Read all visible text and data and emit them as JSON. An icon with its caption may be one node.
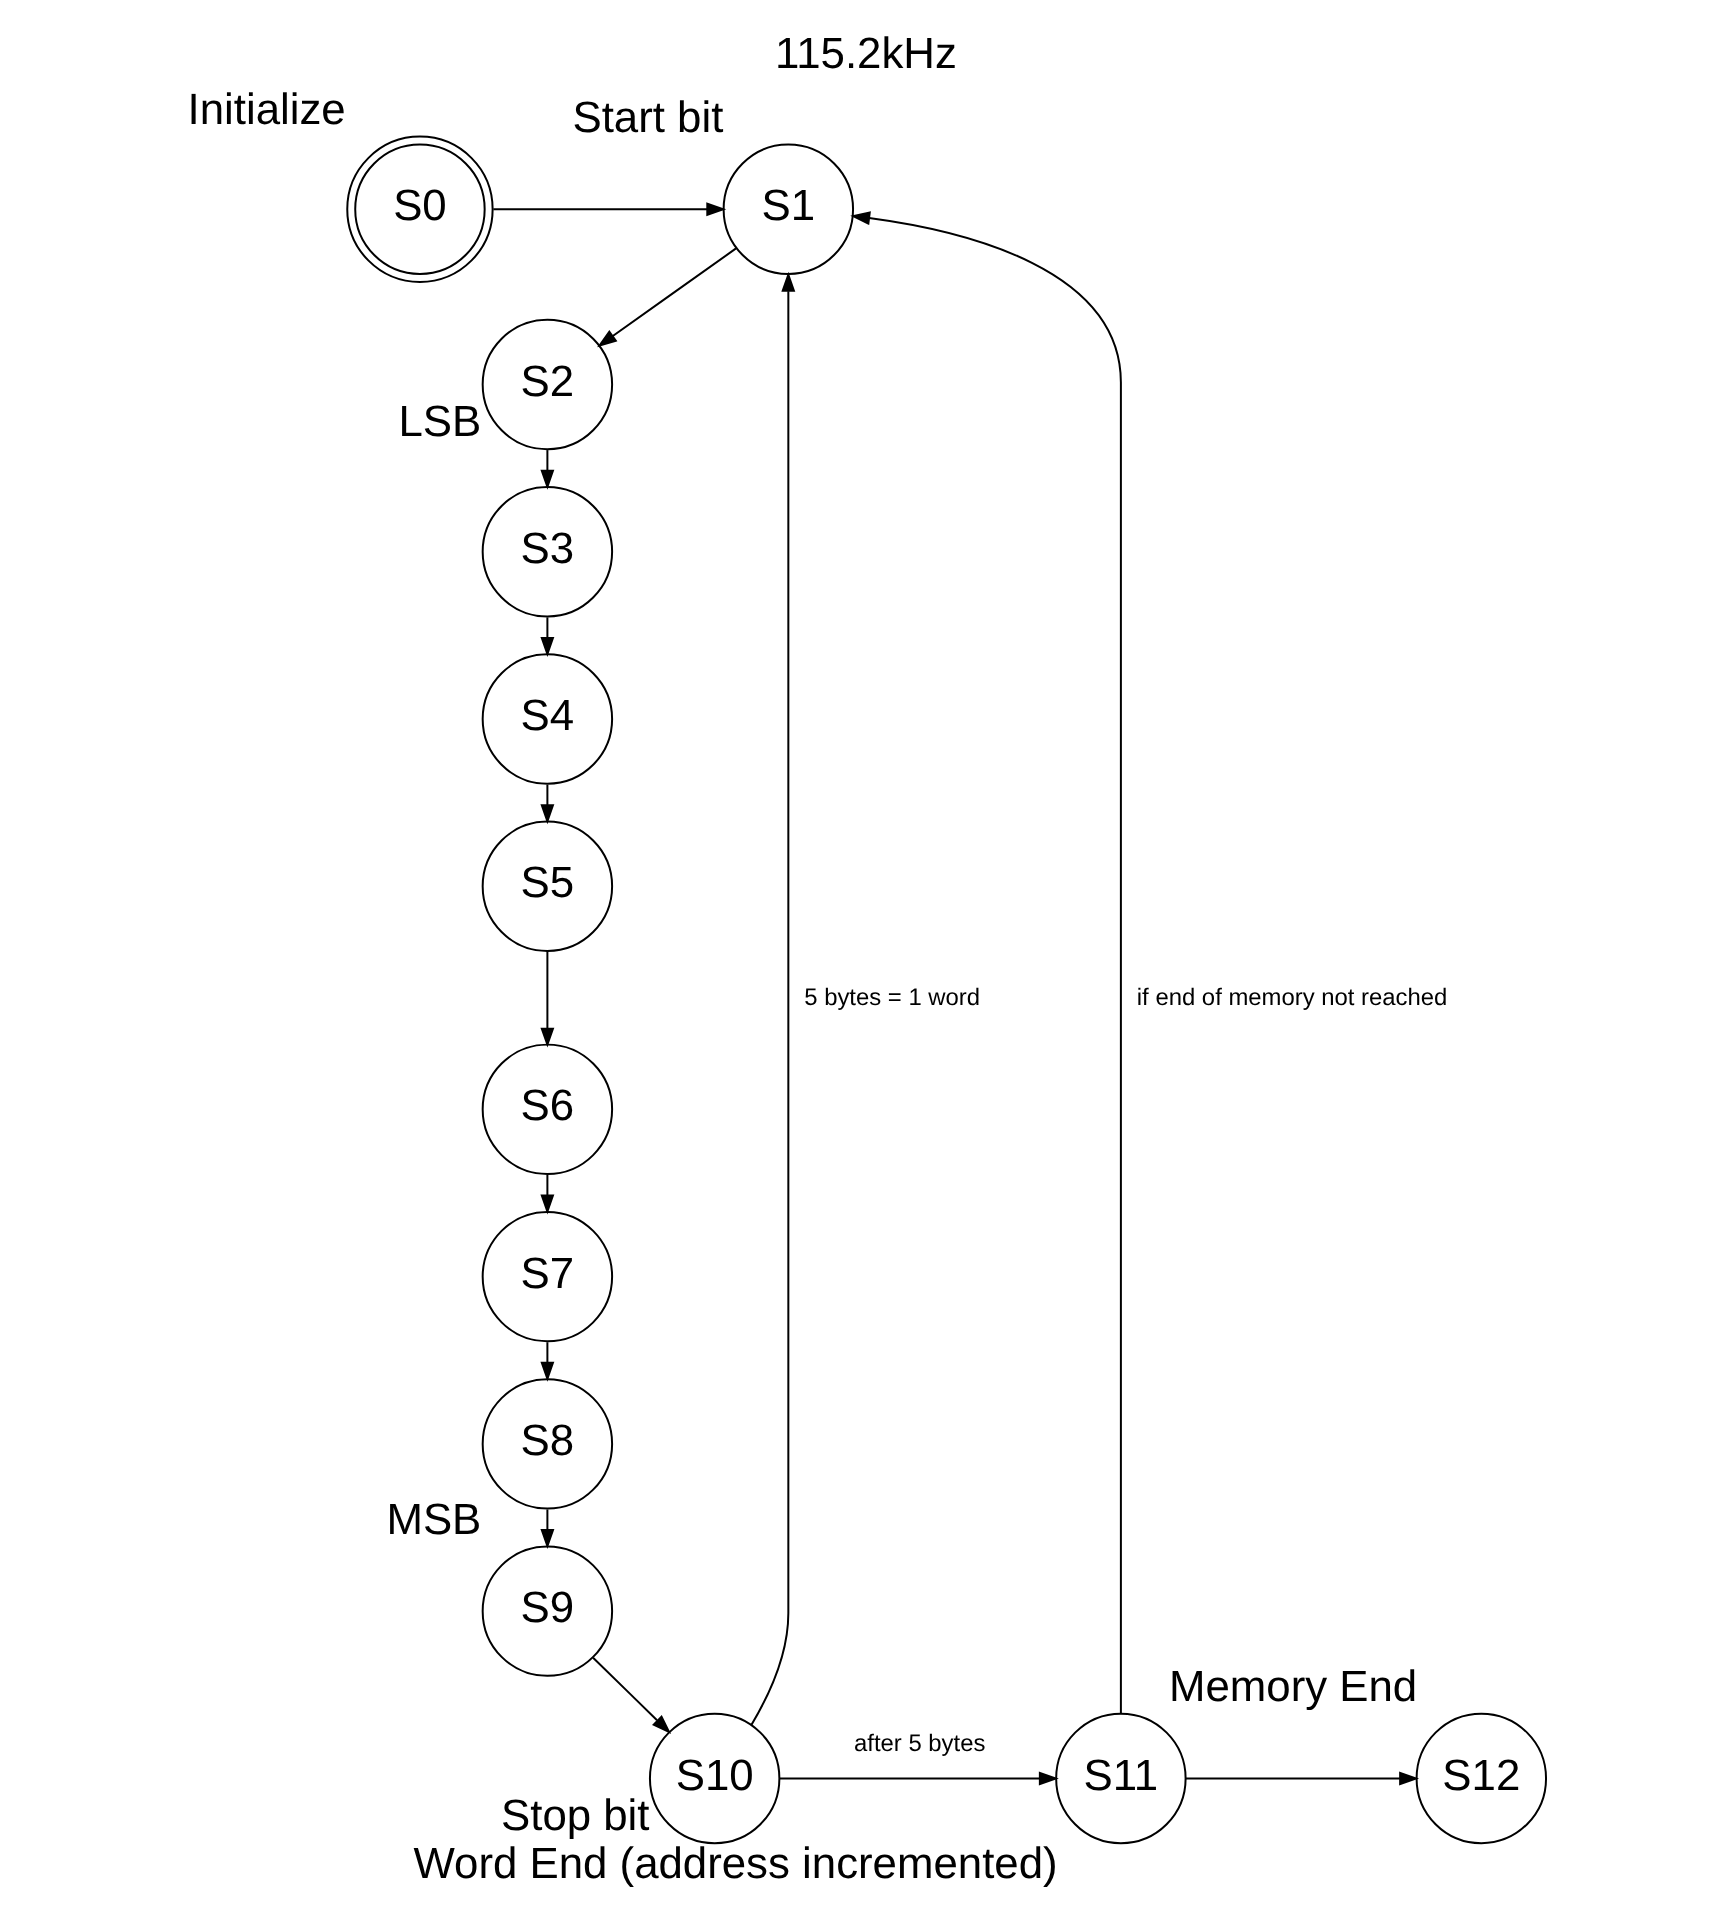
{
  "diagram": {
    "title": "115.2kHz",
    "nodes": [
      {
        "text": [
          "S0"
        ],
        "beside": [
          "Initialize"
        ]
      },
      {
        "text": [
          "S1"
        ],
        "beside": [
          "Start bit"
        ]
      },
      {
        "text": [
          "S2"
        ],
        "beside": [
          "LSB"
        ]
      },
      {
        "text": [
          "S3"
        ]
      },
      {
        "text": [
          "S4"
        ]
      },
      {
        "text": [
          "S5"
        ]
      },
      {
        "text": [
          "S6"
        ]
      },
      {
        "text": [
          "S7"
        ]
      },
      {
        "text": [
          "S8"
        ]
      },
      {
        "text": [
          "S9"
        ],
        "beside": [
          "MSB"
        ]
      },
      {
        "text": [
          "S10"
        ],
        "beside": [
          "Stop bit"
        ]
      },
      {
        "text": [
          "S11"
        ],
        "beside": [
          "Word End (address incremented)"
        ]
      },
      {
        "text": [
          "S12"
        ],
        "beside": [
          "Memory End"
        ]
      }
    ],
    "edges": [
      {
        "from": 0,
        "to": 1,
        "arrow": "to"
      },
      {
        "from": 1,
        "to": 2,
        "arrow": "to"
      },
      {
        "from": 10,
        "to": 1,
        "arrow": "to",
        "label": "5 bytes = 1 word"
      },
      {
        "from": 2,
        "to": 3,
        "arrow": "to"
      },
      {
        "from": 3,
        "to": 4,
        "arrow": "to"
      },
      {
        "from": 4,
        "to": 5,
        "arrow": "to"
      },
      {
        "from": 5,
        "to": 6,
        "arrow": "to"
      },
      {
        "from": 6,
        "to": 7,
        "arrow": "to"
      },
      {
        "from": 7,
        "to": 8,
        "arrow": "to"
      },
      {
        "from": 8,
        "to": 9,
        "arrow": "to"
      },
      {
        "from": 9,
        "to": 10,
        "arrow": "to"
      },
      {
        "from": 10,
        "to": 11,
        "arrow": "to",
        "label": "after 5 bytes"
      },
      {
        "from": 11,
        "to": 12,
        "arrow": "to"
      },
      {
        "from": 11,
        "to": 1,
        "arrow": "to",
        "label": "if end of memory not reached"
      }
    ]
  }
}
